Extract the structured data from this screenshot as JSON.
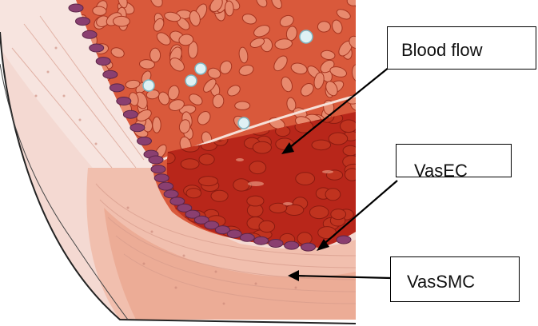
{
  "labels": {
    "blood_flow": "Blood flow",
    "vasec": "VasEC",
    "vassmc": "VasSMC"
  },
  "colors": {
    "lumen": "#d9593b",
    "rbc_fill": "#e88a6e",
    "rbc_outline": "#a6341f",
    "clot": "#b8261a",
    "endothelium": "#8a3f70",
    "smooth_muscle": "#f2c2b4",
    "outer_layer": "#e8967a",
    "arrow": "#000000"
  },
  "icons": {
    "white_cell": "white-blood-cell-icon",
    "red_cell": "red-blood-cell-icon"
  }
}
